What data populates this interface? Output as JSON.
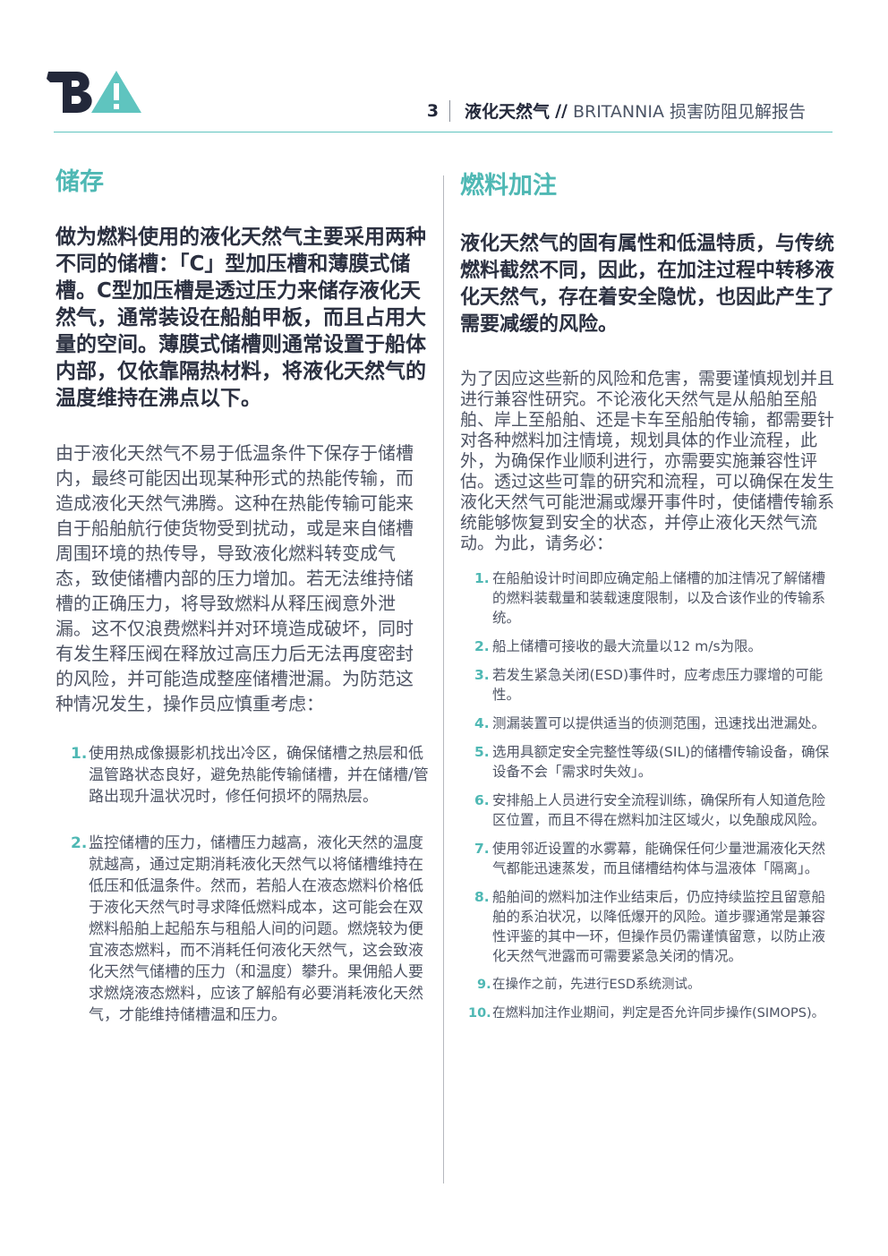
{
  "header": {
    "page_number": "3",
    "topic": "液化天然气",
    "separator": "//",
    "report_title": "BRITANNIA 损害防阻见解报告",
    "brand_color": "#4fb8b4"
  },
  "left": {
    "title": "储存",
    "lead": "做为燃料使用的液化天然气主要采用两种不同的储槽：「C」型加压槽和薄膜式储槽。C型加压槽是透过压力来储存液化天然气，通常装设在船舶甲板，而且占用大量的空间。薄膜式储槽则通常设置于船体内部，仅依靠隔热材料，将液化天然气的温度维持在沸点以下。",
    "body": "由于液化天然气不易于低温条件下保存于储槽内，最终可能因出现某种形式的热能传输，而造成液化天然气沸腾。这种在热能传输可能来自于船舶航行使货物受到扰动，或是来自储槽周围环境的热传导，导致液化燃料转变成气态，致使储槽内部的压力增加。若无法维持储槽的正确压力，将导致燃料从释压阀意外泄漏。这不仅浪费燃料并对环境造成破坏，同时有发生释压阀在释放过高压力后无法再度密封的风险，并可能造成整座储槽泄漏。为防范这种情况发生，操作员应慎重考虑：",
    "items": [
      {
        "num": "1.",
        "text": "使用热成像摄影机找出冷区，确保储槽之热层和低温管路状态良好，避免热能传输储槽，并在储槽/管路出现升温状况时，修任何损坏的隔热层。"
      },
      {
        "num": "2.",
        "text": "监控储槽的压力，储槽压力越高，液化天然的温度就越高，通过定期消耗液化天然气以将储槽维持在低压和低温条件。然而，若船人在液态燃料价格低于液化天然气时寻求降低燃料成本，这可能会在双燃料船舶上起船东与租船人间的问题。燃烧较为便宜液态燃料，而不消耗任何液化天然气，这会致液化天然气储槽的压力（和温度）攀升。果佣船人要求燃烧液态燃料，应该了解船有必要消耗液化天然气，才能维持储槽温和压力。"
      }
    ]
  },
  "right": {
    "title": "燃料加注",
    "lead": "液化天然气的固有属性和低温特质，与传统燃料截然不同，因此，在加注过程中转移液化天然气，存在着安全隐忧，也因此产生了需要减缓的风险。",
    "body": "为了因应这些新的风险和危害，需要谨慎规划并且进行兼容性研究。不论液化天然气是从船舶至船舶、岸上至船舶、还是卡车至船舶传输，都需要针对各种燃料加注情境，规划具体的作业流程，此外，为确保作业顺利进行，亦需要实施兼容性评估。透过这些可靠的研究和流程，可以确保在发生液化天然气可能泄漏或爆开事件时，使储槽传输系统能够恢复到安全的状态，并停止液化天然气流动。为此，请务必：",
    "items": [
      {
        "num": "1.",
        "text": "在船舶设计时间即应确定船上储槽的加注情况了解储槽的燃料装载量和装载速度限制，以及合该作业的传输系统。"
      },
      {
        "num": "2.",
        "text": "船上储槽可接收的最大流量以12 m/s为限。"
      },
      {
        "num": "3.",
        "text": "若发生紧急关闭(ESD)事件时，应考虑压力骤增的可能性。"
      },
      {
        "num": "4.",
        "text": "测漏装置可以提供适当的侦测范围，迅速找出泄漏处。"
      },
      {
        "num": "5.",
        "text": "选用具额定安全完整性等级(SIL)的储槽传输设备，确保设备不会「需求时失效」。"
      },
      {
        "num": "6.",
        "text": "安排船上人员进行安全流程训练，确保所有人知道危险区位置，而且不得在燃料加注区域火，以免酿成风险。"
      },
      {
        "num": "7.",
        "text": "使用邻近设置的水雾幕，能确保任何少量泄漏液化天然气都能迅速蒸发，而且储槽结构体与温液体「隔离」。"
      },
      {
        "num": "8.",
        "text": "船舶间的燃料加注作业结束后，仍应持续监控且留意船舶的系泊状况，以降低爆开的风险。道步骤通常是兼容性评鉴的其中一环，但操作员仍需谨慎留意，以防止液化天然气泄露而可需要紧急关闭的情况。"
      },
      {
        "num": "9.",
        "text": "在操作之前，先进行ESD系统测试。"
      },
      {
        "num": "10.",
        "text": "在燃料加注作业期间，判定是否允许同步操作(SIMOPS)。"
      }
    ]
  }
}
